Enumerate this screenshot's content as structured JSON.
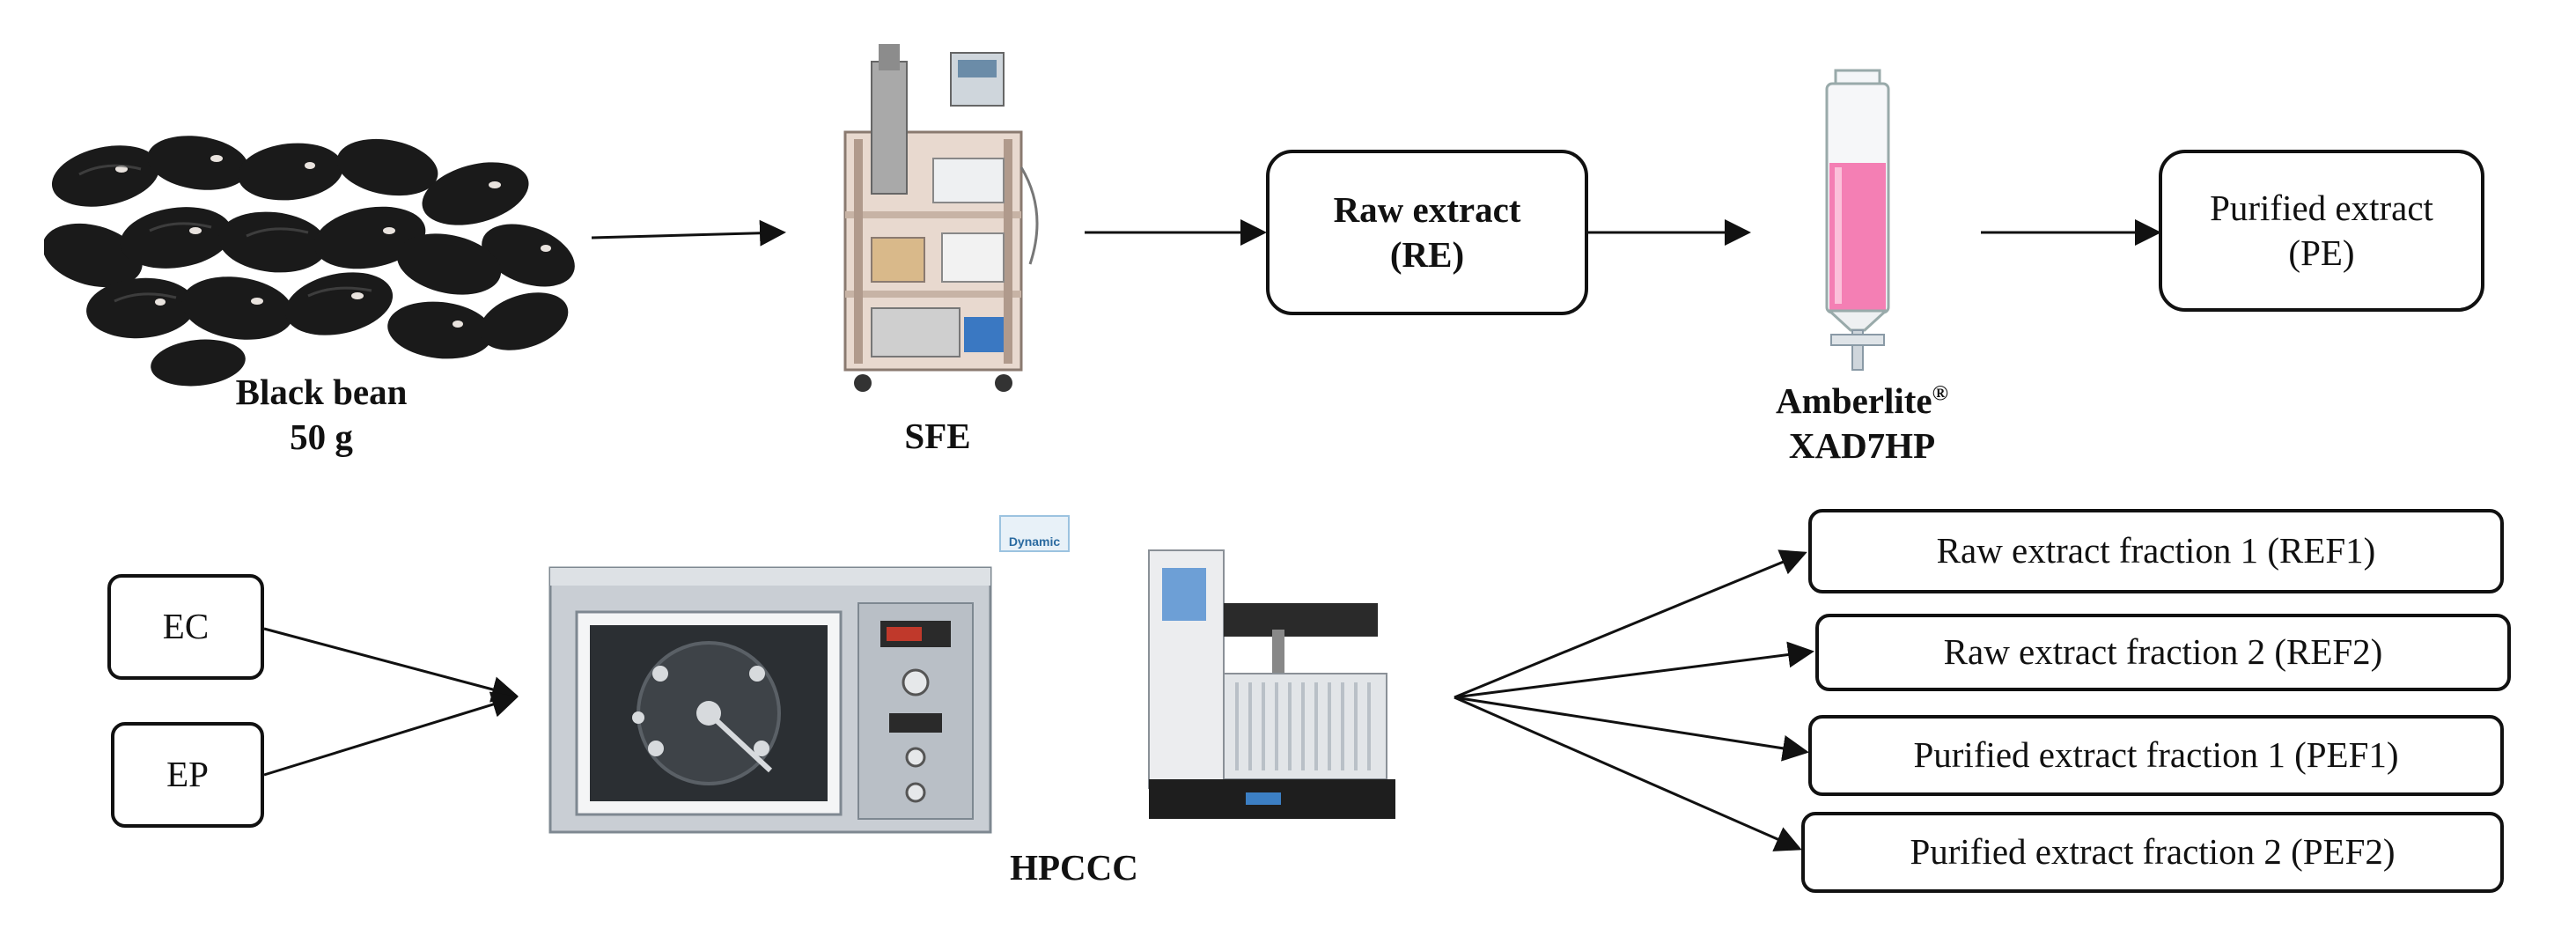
{
  "nodes": {
    "black_bean": {
      "name": "Black bean",
      "amount": "50 g"
    },
    "sfe": {
      "label": "SFE"
    },
    "raw_extract": {
      "line1": "Raw extract",
      "line2": "(RE)"
    },
    "amberlite": {
      "name": "Amberlite",
      "mark": "®",
      "model": "XAD7HP"
    },
    "purified_extract": {
      "line1": "Purified extract",
      "line2": "(PE)"
    },
    "ec": {
      "label": "EC"
    },
    "ep": {
      "label": "EP"
    },
    "hpccc": {
      "label": "HPCCC",
      "brand": "Dynamic"
    },
    "fractions": [
      {
        "label": "Raw extract fraction 1 (REF1)"
      },
      {
        "label": "Raw extract fraction 2 (REF2)"
      },
      {
        "label": "Purified extract fraction 1 (PEF1)"
      },
      {
        "label": "Purified extract fraction 2 (PEF2)"
      }
    ]
  },
  "colors": {
    "bean": "#1a1a1a",
    "resin_liquid": "#f47fb4",
    "instrument_panel": "#9aa3ad",
    "line": "#111111"
  }
}
